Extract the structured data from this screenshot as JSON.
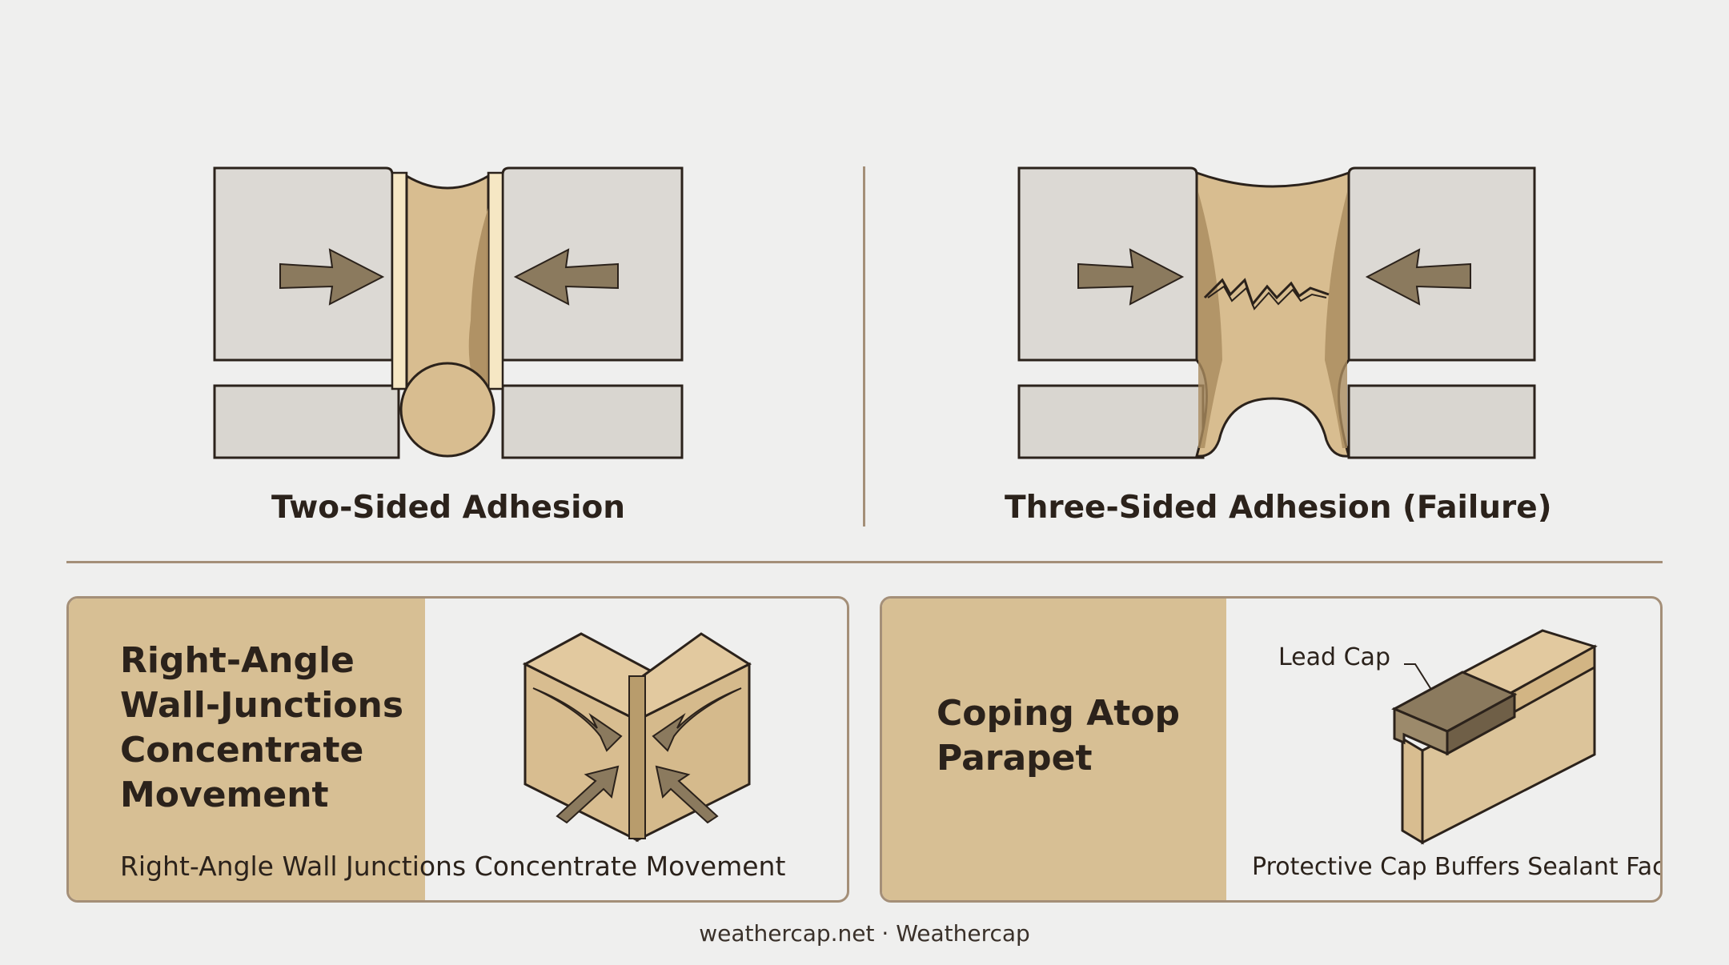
{
  "top": {
    "left_caption": "Two-Sided Adhesion",
    "right_caption": "Three-Sided Adhesion (Failure)"
  },
  "panels": {
    "left": {
      "title": "Right-Angle\nWall-Junctions\nConcentrate\nMovement",
      "caption": "Right-Angle Wall Junctions Concentrate Movement"
    },
    "right": {
      "title": "Coping Atop\nParapet",
      "lead_cap_label": "Lead Cap",
      "caption": "Protective Cap Buffers Sealant Face"
    }
  },
  "footer": {
    "text": "weathercap.net · Weathercap"
  },
  "colors": {
    "background": "#efefee",
    "stone": "#dcd9d4",
    "sealant": "#d8bd90",
    "sealant_shadow": "#a98b5e",
    "arrow": "#8b7a5e",
    "outline": "#2b221b",
    "panel_band": "#d7bf94",
    "divider": "#a48f78"
  }
}
